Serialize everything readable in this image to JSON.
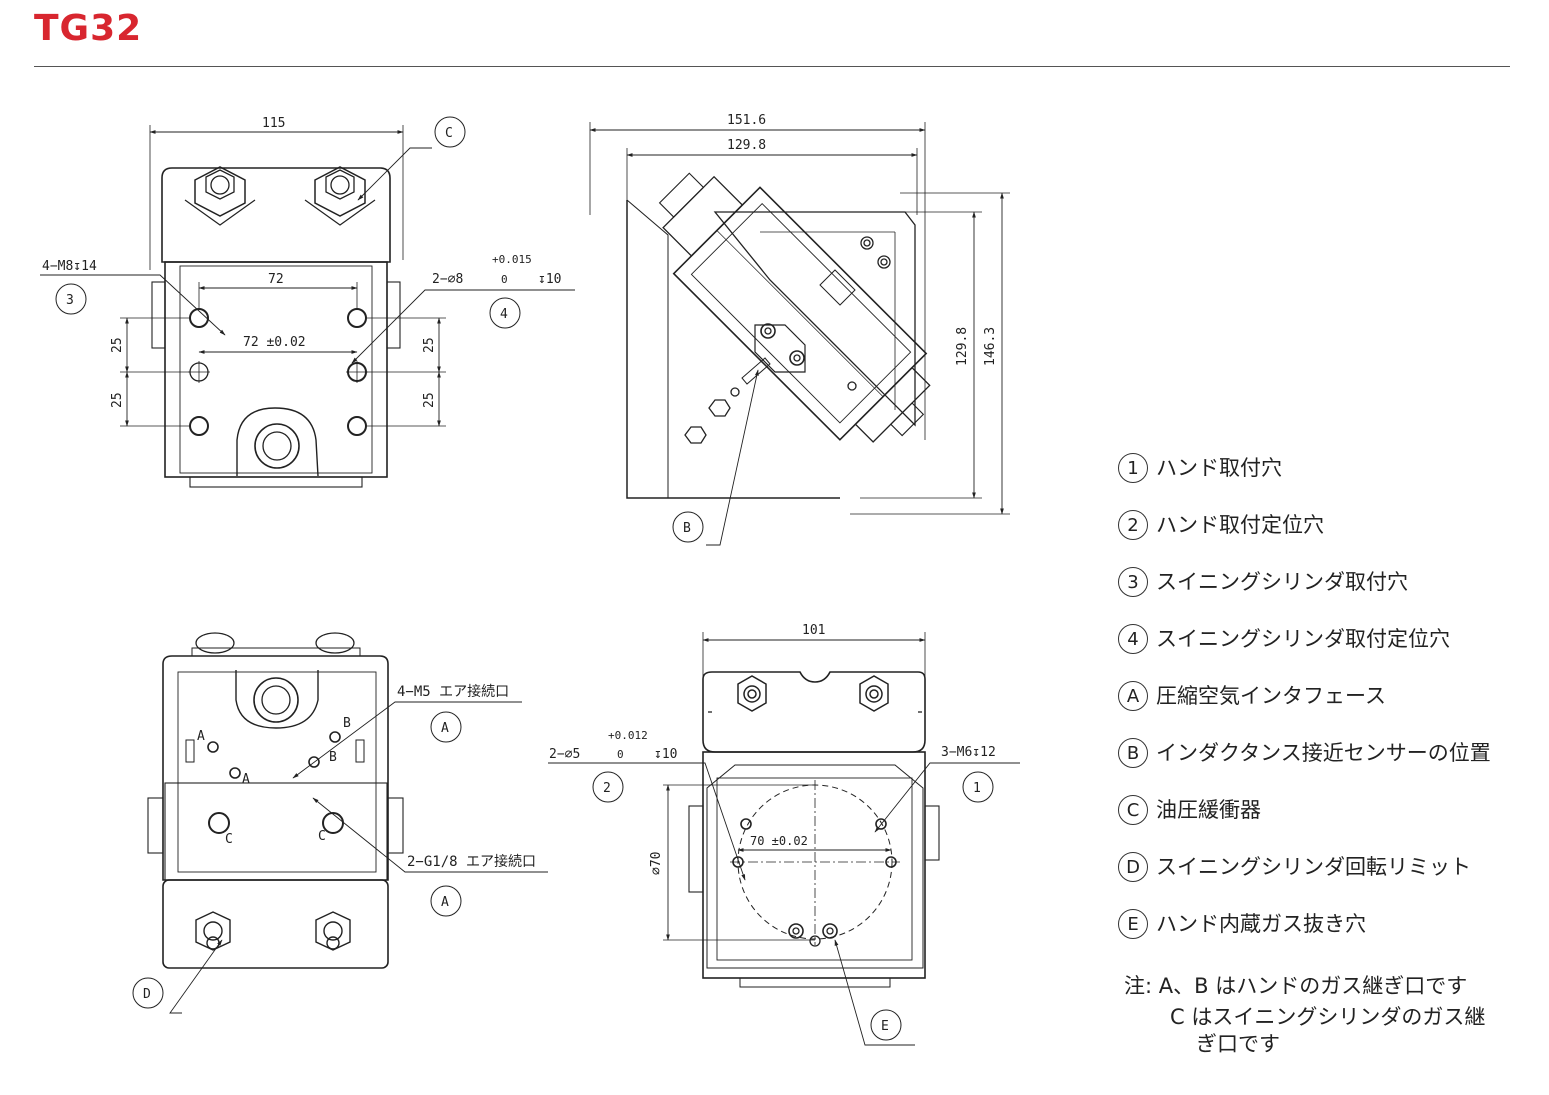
{
  "header": {
    "title": "TG32",
    "title_color": "#d8262f"
  },
  "legend": [
    {
      "mark": "1",
      "text": "ハンド取付穴"
    },
    {
      "mark": "2",
      "text": "ハンド取付定位穴"
    },
    {
      "mark": "3",
      "text": "スイニングシリンダ取付穴"
    },
    {
      "mark": "4",
      "text": "スイニングシリンダ取付定位穴"
    },
    {
      "mark": "A",
      "text": "圧縮空気インタフェース"
    },
    {
      "mark": "B",
      "text": "インダクタンス接近センサーの位置"
    },
    {
      "mark": "C",
      "text": "油圧緩衝器"
    },
    {
      "mark": "D",
      "text": "スイニングシリンダ回転リミット"
    },
    {
      "mark": "E",
      "text": "ハンド内蔵ガス抜き穴"
    }
  ],
  "note": {
    "line1": "注:  A、B はハンドのガス継ぎ口です",
    "line2": "C はスイニングシリンダのガス継",
    "line3": "ぎ口です"
  },
  "drawing": {
    "top_view": {
      "width_dim": "115",
      "hole_spacing_dim": "72",
      "tolerance_dim": "72 ±0.02",
      "vert_left_upper": "25",
      "vert_left_lower": "25",
      "vert_right_upper": "25",
      "vert_right_lower": "25",
      "callout_3_text": "4−M8↧14",
      "callout_3_mark": "3",
      "callout_4_text": "2−∅8",
      "callout_4_tol_upper": "+0.015",
      "callout_4_tol_lower": "0",
      "callout_4_depth": "↧10",
      "callout_4_mark": "4",
      "callout_c_mark": "C"
    },
    "side_view": {
      "dim_outer_width": "151.6",
      "dim_inner_width": "129.8",
      "dim_height_inner": "129.8",
      "dim_height_outer": "146.3",
      "callout_b_mark": "B"
    },
    "bottom_view": {
      "callout_a1_text": "4−M5 エア接続口",
      "callout_a1_mark": "A",
      "callout_a2_text": "2−G1/8 エア接続口",
      "callout_a2_mark": "A",
      "port_a_label_1": "A",
      "port_a_label_2": "A",
      "port_b_label_1": "B",
      "port_b_label_2": "B",
      "port_c_label_1": "C",
      "port_c_label_2": "C",
      "callout_d_mark": "D"
    },
    "front_view": {
      "width_dim": "101",
      "pcd_dim": "∅70",
      "tolerance_dim": "70 ±0.02",
      "callout_2_text": "2−∅5",
      "callout_2_tol_upper": "+0.012",
      "callout_2_tol_lower": "0",
      "callout_2_depth": "↧10",
      "callout_2_mark": "2",
      "callout_1_text": "3−M6↧12",
      "callout_1_mark": "1",
      "callout_e_mark": "E"
    }
  }
}
